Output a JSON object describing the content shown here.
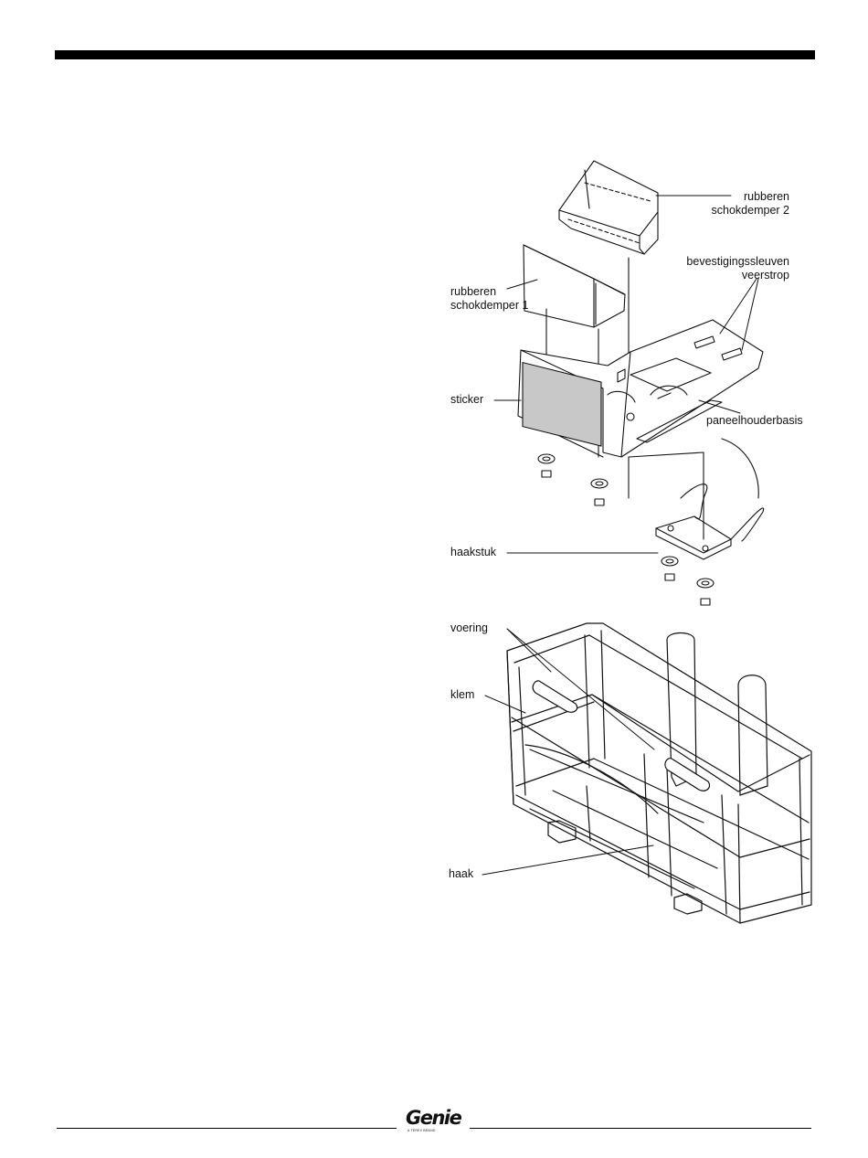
{
  "labels": {
    "shock_absorber_2": [
      "rubberen",
      "schokdemper  2"
    ],
    "strap_slots": [
      "bevestigingssleuven",
      "veerstrop"
    ],
    "shock_absorber_1": [
      "rubberen",
      "schokdemper  1"
    ],
    "sticker": "sticker",
    "panel_holder_base": "paneelhouderbasis",
    "hook_piece": "haakstuk",
    "lining": "voering",
    "clamp": "klem",
    "hook": "haak"
  },
  "footer": {
    "logo_word": "Genie",
    "logo_tagline": "A TEREX BRAND"
  }
}
